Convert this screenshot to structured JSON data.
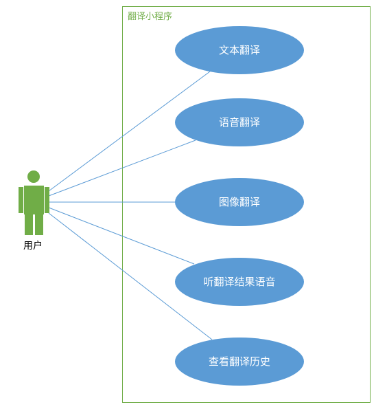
{
  "system": {
    "title": "翻译小程序"
  },
  "actor": {
    "label": "用户"
  },
  "use_cases": [
    {
      "label": "文本翻译"
    },
    {
      "label": "语音翻译"
    },
    {
      "label": "图像翻译"
    },
    {
      "label": "听翻译结果语音"
    },
    {
      "label": "查看翻译历史"
    }
  ],
  "colors": {
    "boundary": "#70ad47",
    "system_title": "#70ad47",
    "actor": "#70ad47",
    "usecase_fill": "#5b9bd5",
    "usecase_text": "#ffffff",
    "association_line": "#5b9bd5"
  }
}
